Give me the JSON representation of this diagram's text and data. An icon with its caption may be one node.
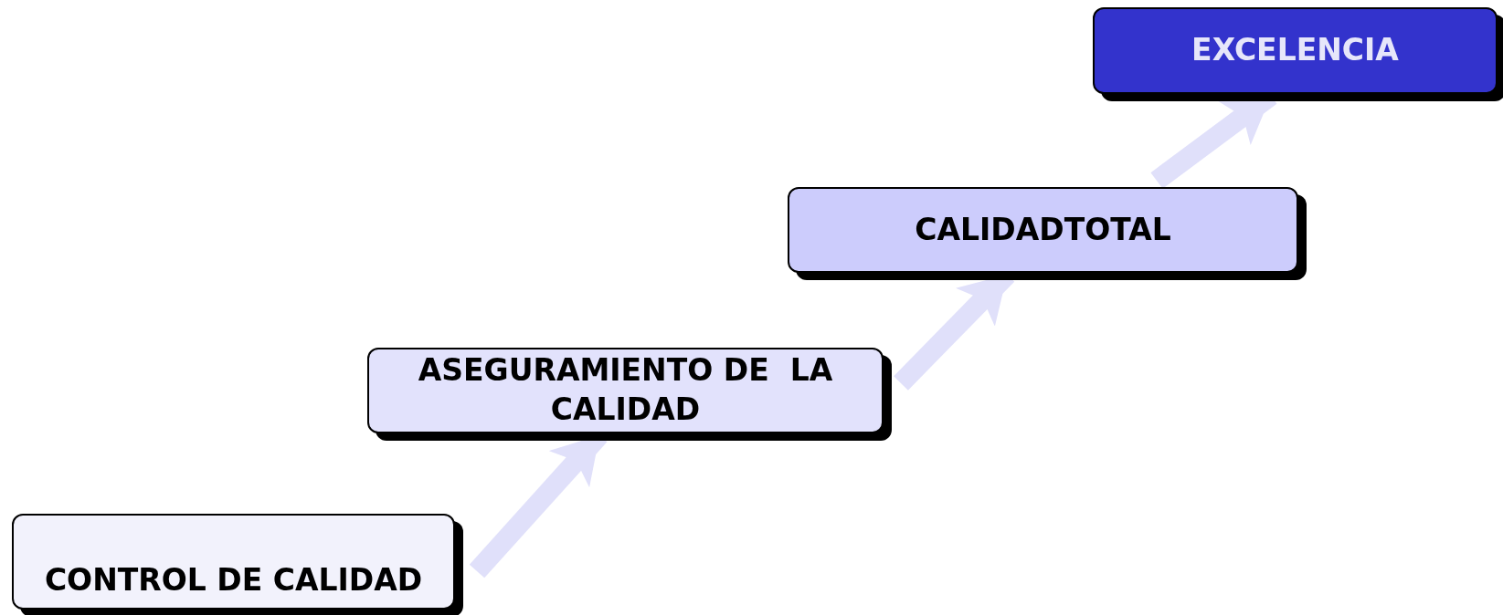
{
  "diagram": {
    "nodes": [
      {
        "text": [
          "CONTROL DE CALIDAD"
        ]
      },
      {
        "text": [
          "ASEGURAMIENTO DE  LA CALIDAD"
        ]
      },
      {
        "text": [
          "CALIDADTOTAL"
        ]
      },
      {
        "text": [
          "EXCELENCIA"
        ]
      }
    ],
    "edges": [
      {
        "from": 0,
        "to": 1,
        "arrow": "to"
      },
      {
        "from": 1,
        "to": 2,
        "arrow": "to"
      },
      {
        "from": 2,
        "to": 3,
        "arrow": "to"
      }
    ]
  }
}
